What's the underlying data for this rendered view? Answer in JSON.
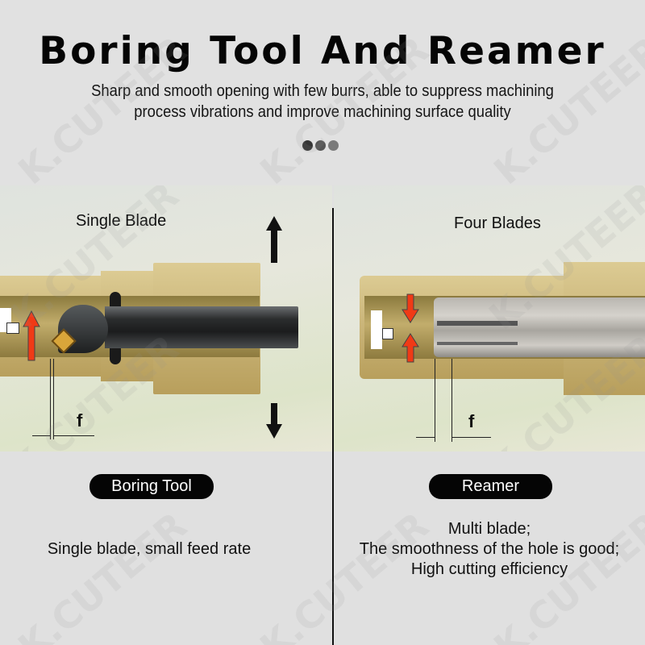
{
  "header": {
    "title": "Boring Tool And Reamer",
    "subtitle_line1": "Sharp and smooth opening with few burrs, able to suppress machining",
    "subtitle_line2": "process vibrations and improve machining surface quality",
    "dots": [
      {
        "color": "#353535"
      },
      {
        "color": "#555555"
      },
      {
        "color": "#7a7a7a"
      }
    ]
  },
  "left_panel": {
    "label": "Single Blade",
    "dimension_label": "f",
    "badge": "Boring Tool",
    "description": "Single blade, small feed rate"
  },
  "right_panel": {
    "label": "Four Blades",
    "dimension_label": "f",
    "badge": "Reamer",
    "description_lines": [
      "Multi blade;",
      "The smoothness of the hole is good;",
      "High cutting efficiency"
    ]
  },
  "watermark": "K.CUTEER",
  "colors": {
    "background": "#e0e0e0",
    "badge_bg": "#050505",
    "arrow_red": "#f03a16",
    "brass": "#cbb67a"
  }
}
